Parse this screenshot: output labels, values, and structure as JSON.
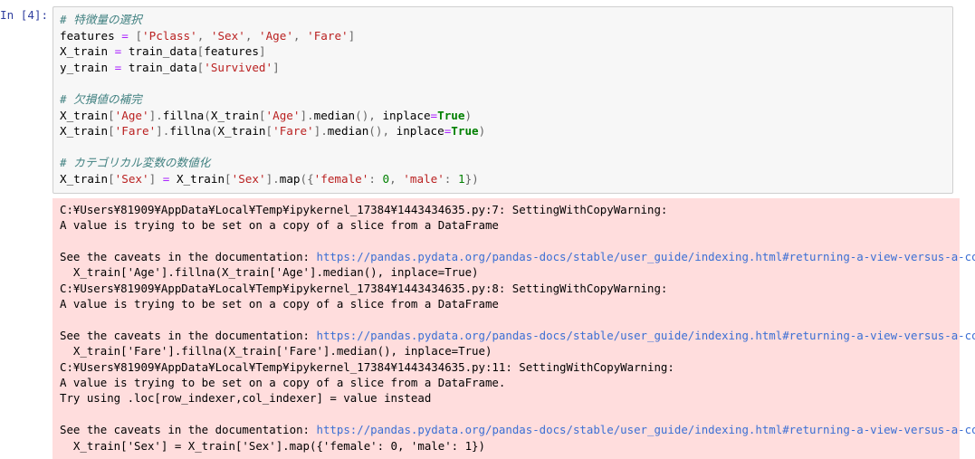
{
  "notebook": {
    "cell": {
      "prompt_label": "In [4]:",
      "execution_count": 4,
      "cell_type": "code",
      "language": "python",
      "code_lines": [
        "# 特徴量の選択",
        "features = ['Pclass', 'Sex', 'Age', 'Fare']",
        "X_train = train_data[features]",
        "y_train = train_data['Survived']",
        "",
        "# 欠損値の補完",
        "X_train['Age'].fillna(X_train['Age'].median(), inplace=True)",
        "X_train['Fare'].fillna(X_train['Fare'].median(), inplace=True)",
        "",
        "# カテゴリカル変数の数値化",
        "X_train['Sex'] = X_train['Sex'].map({'female': 0, 'male': 1})"
      ]
    },
    "output": {
      "stream_name": "stderr",
      "doc_url": "https://pandas.pydata.org/pandas-docs/stable/user_guide/indexing.html#returning-a-view-versus-a-copy",
      "warnings": [
        {
          "location": "C:¥Users¥81909¥AppData¥Local¥Temp¥ipykernel_17384¥1443434635.py:7: SettingWithCopyWarning:",
          "message": "A value is trying to be set on a copy of a slice from a DataFrame",
          "see_prefix": "See the caveats in the documentation: ",
          "source_line": "  X_train['Age'].fillna(X_train['Age'].median(), inplace=True)"
        },
        {
          "location": "C:¥Users¥81909¥AppData¥Local¥Temp¥ipykernel_17384¥1443434635.py:8: SettingWithCopyWarning:",
          "message": "A value is trying to be set on a copy of a slice from a DataFrame",
          "see_prefix": "See the caveats in the documentation: ",
          "source_line": "  X_train['Fare'].fillna(X_train['Fare'].median(), inplace=True)"
        },
        {
          "location": "C:¥Users¥81909¥AppData¥Local¥Temp¥ipykernel_17384¥1443434635.py:11: SettingWithCopyWarning:",
          "message": "A value is trying to be set on a copy of a slice from a DataFrame.\nTry using .loc[row_indexer,col_indexer] = value instead",
          "see_prefix": "See the caveats in the documentation: ",
          "source_line": "  X_train['Sex'] = X_train['Sex'].map({'female': 0, 'male': 1})"
        }
      ]
    }
  },
  "colors": {
    "comment": "#408080",
    "string": "#BA2121",
    "keyword": "#008000",
    "number": "#008000",
    "operator": "#AA22FF",
    "prompt": "#303F9F",
    "stderr_background": "#FFDDDD",
    "link": "#3b6fd4",
    "input_background": "#f7f7f7",
    "input_border": "#cfcfcf"
  }
}
